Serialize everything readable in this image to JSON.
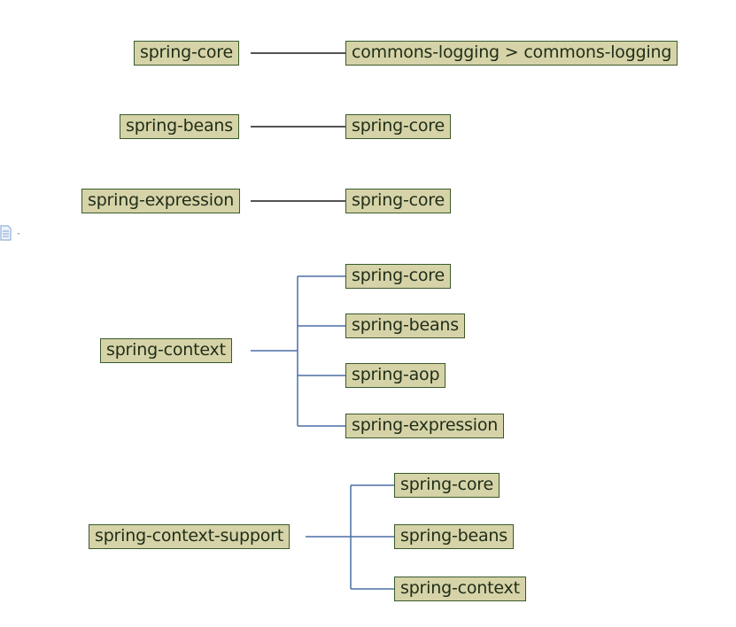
{
  "diagram": {
    "groups": [
      {
        "source": "spring-core",
        "deps": [
          "commons-logging > commons-logging"
        ]
      },
      {
        "source": "spring-beans",
        "deps": [
          "spring-core"
        ]
      },
      {
        "source": "spring-expression",
        "deps": [
          "spring-core"
        ]
      },
      {
        "source": "spring-context",
        "deps": [
          "spring-core",
          "spring-beans",
          "spring-aop",
          "spring-expression"
        ]
      },
      {
        "source": "spring-context-support",
        "deps": [
          "spring-core",
          "spring-beans",
          "spring-context"
        ]
      }
    ],
    "colors": {
      "node_fill": "#d6d3a8",
      "node_border": "#3a5a2a",
      "connector_dark": "#1a1a1a",
      "connector_blue": "#4a6fa5"
    },
    "icons": [
      "document-icon",
      "dropdown-arrow-icon"
    ]
  }
}
